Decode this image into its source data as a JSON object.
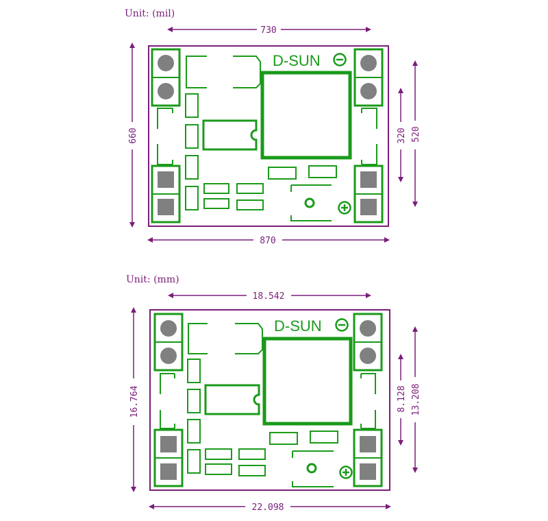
{
  "colors": {
    "dimension": "#7a1d7a",
    "silkscreen": "#1a9a1a",
    "pad": "#808080",
    "outline": "#7a1d7a"
  },
  "boards": [
    {
      "unit_label": "Unit:  (mil)",
      "brand": "D-SUN",
      "dim_top": "730",
      "dim_left": "660",
      "dim_bottom": "870",
      "dim_right_inner": "320",
      "dim_right_outer": "520"
    },
    {
      "unit_label": "Unit:  (mm)",
      "brand": "D-SUN",
      "dim_top": "18.542",
      "dim_left": "16.764",
      "dim_bottom": "22.098",
      "dim_right_inner": "8.128",
      "dim_right_outer": "13.208"
    }
  ]
}
